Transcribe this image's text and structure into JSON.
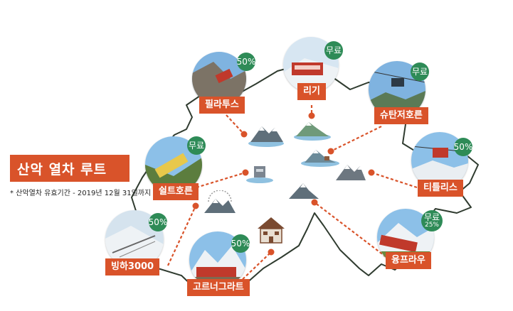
{
  "title": "산악 열차 루트",
  "subtitle": "* 산악열차 유효기간 - 2019년 12월 31일까지",
  "colors": {
    "accent": "#d9532a",
    "badge": "#2e8b57",
    "outline": "#2f3b2f"
  },
  "destinations": [
    {
      "label": "필라투스",
      "badge": "50%"
    },
    {
      "label": "리기",
      "badge": "무료"
    },
    {
      "label": "슈탄저호른",
      "badge": "무료"
    },
    {
      "label": "티틀리스",
      "badge": "50%"
    },
    {
      "label": "쉴트호른",
      "badge": "무료"
    },
    {
      "label": "빙하3000",
      "badge": "50%"
    },
    {
      "label": "고르너그라트",
      "badge": "50%"
    },
    {
      "label": "융프라우",
      "badge": "무료",
      "badge_sub": "25%"
    }
  ]
}
